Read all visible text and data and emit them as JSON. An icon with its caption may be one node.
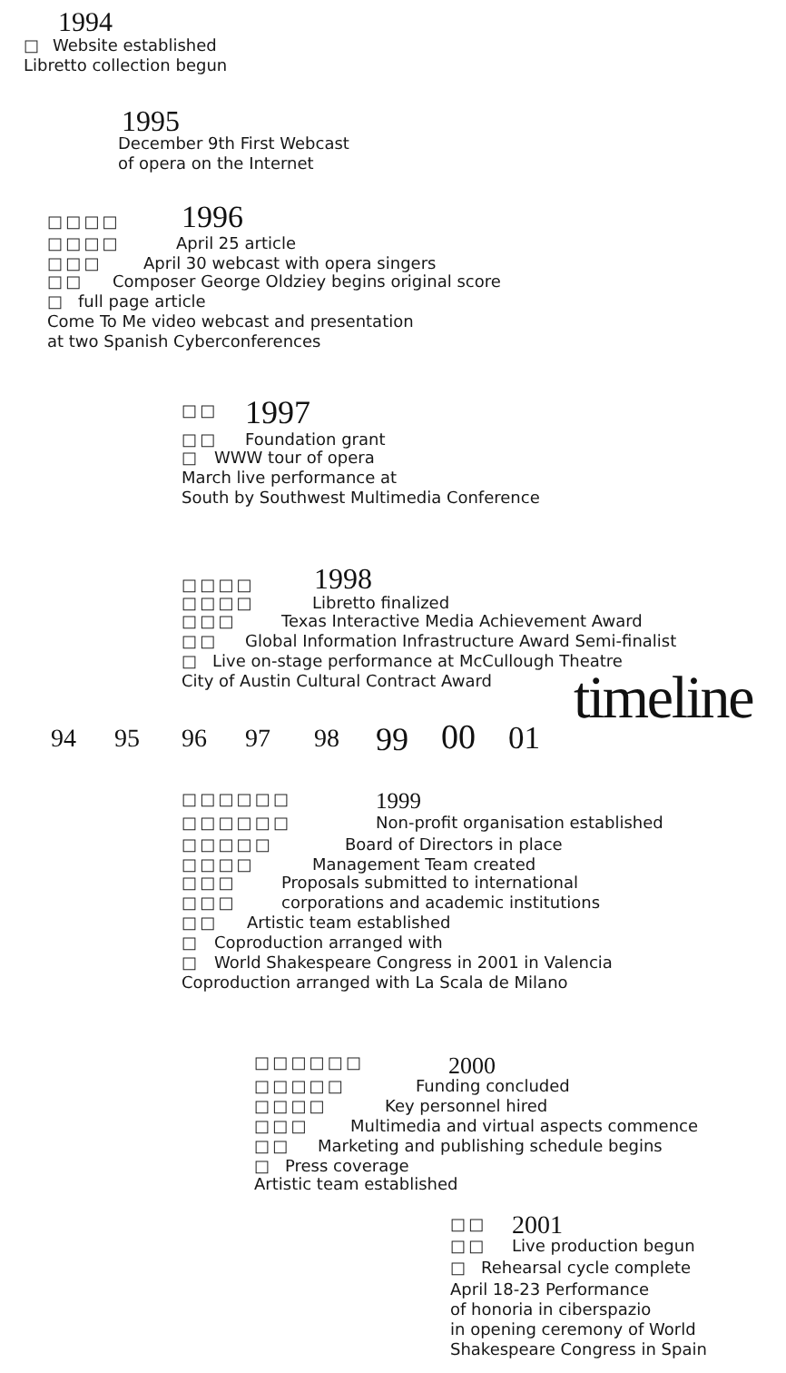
{
  "diagram": {
    "title": "timeline",
    "labels": [
      "1994",
      "□",
      "Website established",
      "Libretto collection begun",
      "1995",
      "December 9th First Webcast of opera on the Internet",
      "□□□□",
      "1996",
      "□□□□",
      "April 25 article",
      "□□□",
      "April 30 webcast with opera singers",
      "□□",
      "Composer George Oldziey begins original score",
      "□",
      "full page article",
      "Come To Me video webcast and presentation at two Spanish Cyberconferences",
      "□□",
      "1997",
      "□□",
      "Foundation grant",
      "□",
      "WWW tour of opera",
      "March live performance at South by Southwest Multimedia Conference",
      "□□□□",
      "1998",
      "□□□□",
      "Libretto finalized",
      "□□□",
      "Texas Interactive Media Achievement Award",
      "□□",
      "Global Information Infrastructure Award Semi-finalist",
      "□",
      "Live on-stage performance at McCullough Theatre",
      "City of Austin Cultural Contract Award",
      "94",
      "95",
      "96",
      "97",
      "98",
      "99",
      "00",
      "01",
      "□□□□□□",
      "1999",
      "□□□□□□",
      "Non-profit organisation established",
      "□□□□□",
      "Board of Directors in place",
      "□□□□",
      "Management Team created",
      "□□□",
      "Proposals submitted to international",
      "□□□",
      "corporations and academic institutions",
      "□□",
      "Artistic team established",
      "□",
      "Coproduction arranged with",
      "□",
      "World Shakespeare Congress in 2001 in Valencia",
      "Coproduction arranged with La Scala de Milano",
      "□□□□□□",
      "2000",
      "□□□□□",
      "Funding concluded",
      "□□□□",
      "Key personnel hired",
      "□□□",
      "Multimedia and virtual aspects commence",
      "□□",
      "Marketing and publishing schedule begins",
      "□",
      "Press coverage",
      "Artistic team established",
      "□□",
      "2001",
      "□□",
      "Live production begun",
      "□",
      "Rehearsal cycle complete",
      "April 18-23 Performance of honoria in ciberspazio in opening ceremony of World Shakespeare Congress in Spain"
    ]
  }
}
